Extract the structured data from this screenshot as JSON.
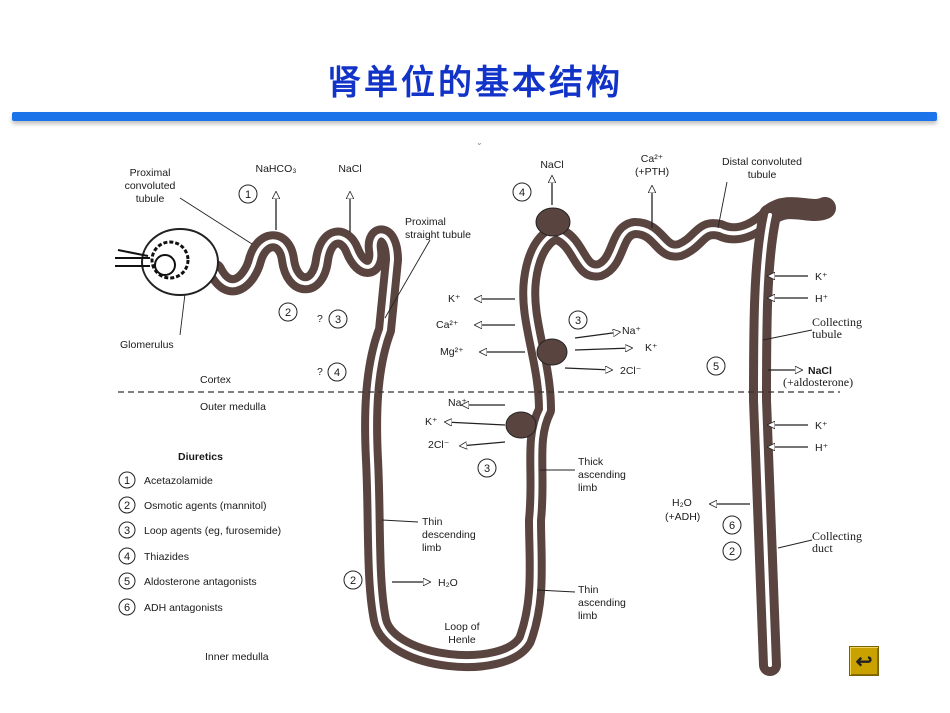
{
  "title": "肾单位的基本结构",
  "labels": {
    "proximal_convoluted": [
      "Proximal",
      "convoluted",
      "tubule"
    ],
    "nahco3": "NaHCO₃",
    "nacl": "NaCl",
    "proximal_straight": [
      "Proximal",
      "straight tubule"
    ],
    "glomerulus": "Glomerulus",
    "cortex": "Cortex",
    "outer_medulla": "Outer medulla",
    "inner_medulla": "Inner medulla",
    "thin_descending": [
      "Thin",
      "descending",
      "limb"
    ],
    "h2o": "H₂O",
    "loop_of_henle": [
      "Loop of",
      "Henle"
    ],
    "thin_ascending": [
      "Thin",
      "ascending",
      "limb"
    ],
    "thick_ascending": [
      "Thick",
      "ascending",
      "limb"
    ],
    "k": "K⁺",
    "ca": "Ca²⁺",
    "mg": "Mg²⁺",
    "na": "Na⁺",
    "cl2": "2Cl⁻",
    "ca_pth": [
      "Ca²⁺",
      "(+PTH)"
    ],
    "distal_convoluted": [
      "Distal convoluted",
      "tubule"
    ],
    "h": "H⁺",
    "collecting_tubule": [
      "Collecting",
      "tubule"
    ],
    "nacl_aldosterone": "(+aldosterone)",
    "h2o_adh": "(+ADH)",
    "collecting_duct": [
      "Collecting",
      "duct"
    ],
    "question": "?"
  },
  "legend": {
    "title": "Diuretics",
    "items": [
      {
        "num": "1",
        "label": "Acetazolamide"
      },
      {
        "num": "2",
        "label": "Osmotic agents (mannitol)"
      },
      {
        "num": "3",
        "label": "Loop agents (eg, furosemide)"
      },
      {
        "num": "4",
        "label": "Thiazides"
      },
      {
        "num": "5",
        "label": "Aldosterone antagonists"
      },
      {
        "num": "6",
        "label": "ADH antagonists"
      }
    ]
  },
  "nav": {
    "back_icon": "return-arrow-icon",
    "back_glyph": "↩"
  },
  "colors": {
    "title": "#1233c8",
    "rule": "#1a73e8",
    "tubule": "#5a4440",
    "button": "#c9a200"
  }
}
